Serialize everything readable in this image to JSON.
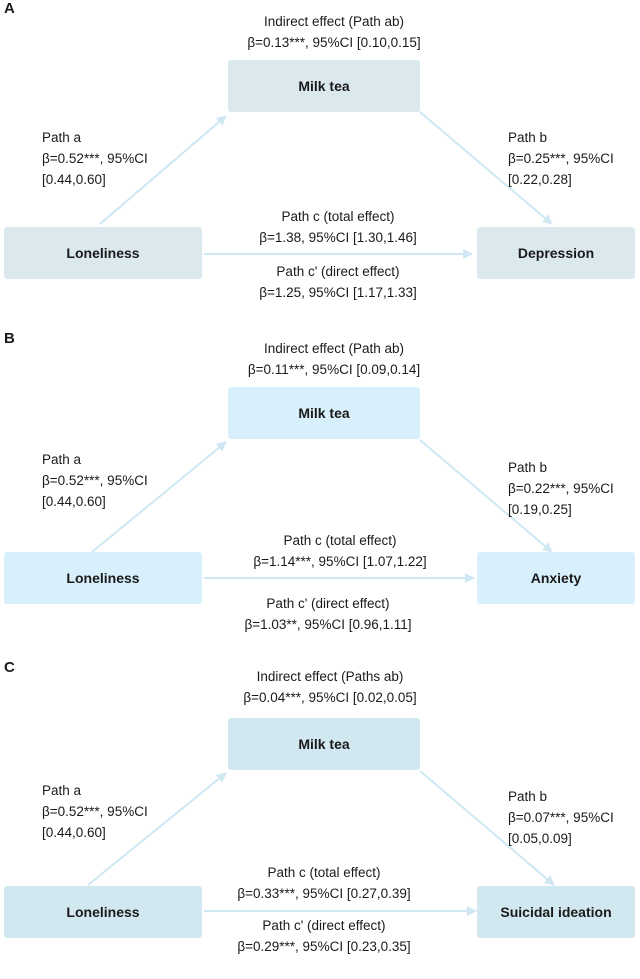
{
  "colors": {
    "panelA_node": "#dbe9ef",
    "panelB_node": "#d8f0fb",
    "panelC_node": "#d2e8f1",
    "arrow": "#cfe7f2"
  },
  "panels": [
    {
      "label": "A",
      "indirect": {
        "title": "Indirect effect (Path ab)",
        "value": "β=0.13***, 95%CI [0.10,0.15]"
      },
      "mediator": "Milk tea",
      "predictor": "Loneliness",
      "outcome": "Depression",
      "path_a": {
        "title": "Path a",
        "line1": "β=0.52***, 95%CI",
        "line2": "[0.44,0.60]"
      },
      "path_b": {
        "title": "Path b",
        "line1": "β=0.25***, 95%CI",
        "line2": "[0.22,0.28]"
      },
      "path_c": {
        "title": "Path c (total effect)",
        "value": "β=1.38, 95%CI [1.30,1.46]"
      },
      "path_c_prime": {
        "title": "Path c' (direct effect)",
        "value": "β=1.25, 95%CI [1.17,1.33]"
      }
    },
    {
      "label": "B",
      "indirect": {
        "title": "Indirect effect (Path ab)",
        "value": "β=0.11***, 95%CI [0.09,0.14]"
      },
      "mediator": "Milk tea",
      "predictor": "Loneliness",
      "outcome": "Anxiety",
      "path_a": {
        "title": "Path a",
        "line1": "β=0.52***, 95%CI",
        "line2": "[0.44,0.60]"
      },
      "path_b": {
        "title": "Path b",
        "line1": "β=0.22***, 95%CI",
        "line2": "[0.19,0.25]"
      },
      "path_c": {
        "title": "Path c (total effect)",
        "value": "β=1.14***, 95%CI [1.07,1.22]"
      },
      "path_c_prime": {
        "title": "Path c' (direct effect)",
        "value": "β=1.03**, 95%CI [0.96,1.11]"
      }
    },
    {
      "label": "C",
      "indirect": {
        "title": "Indirect effect (Paths ab)",
        "value": "β=0.04***, 95%CI [0.02,0.05]"
      },
      "mediator": "Milk tea",
      "predictor": "Loneliness",
      "outcome": "Suicidal ideation",
      "path_a": {
        "title": "Path a",
        "line1": "β=0.52***, 95%CI",
        "line2": "[0.44,0.60]"
      },
      "path_b": {
        "title": "Path b",
        "line1": "β=0.07***, 95%CI",
        "line2": "[0.05,0.09]"
      },
      "path_c": {
        "title": "Path c (total effect)",
        "value": "β=0.33***, 95%CI [0.27,0.39]"
      },
      "path_c_prime": {
        "title": "Path c' (direct effect)",
        "value": "β=0.29***, 95%CI [0.23,0.35]"
      }
    }
  ]
}
